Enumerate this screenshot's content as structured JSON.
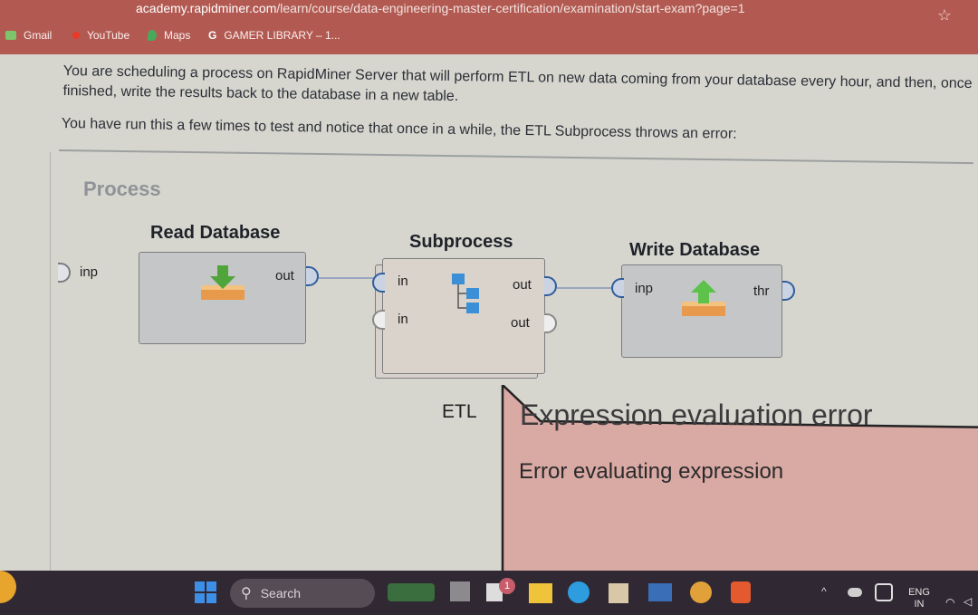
{
  "browser": {
    "url_host": "academy.rapidminer.com",
    "url_path": "/learn/course/data-engineering-master-certification/examination/start-exam?page=1",
    "bookmarks": [
      {
        "label": "Gmail",
        "icon": "gmail-icon",
        "color": "#7ec46b"
      },
      {
        "label": "YouTube",
        "icon": "youtube-icon",
        "color": "#e83a2a"
      },
      {
        "label": "Maps",
        "icon": "maps-icon",
        "color": "#4aa85a"
      },
      {
        "label": "GAMER LIBRARY – 1...",
        "icon": "g-icon",
        "color": "#ffffff"
      }
    ]
  },
  "question": {
    "paragraph1": "You are scheduling a process on RapidMiner Server that will perform ETL on new data coming from your database every hour, and then, once finished, write the results back to the database in a new table.",
    "paragraph2": "You have run this a few times to test and notice that once in a while, the ETL Subprocess throws an error:"
  },
  "process": {
    "title": "Process",
    "input_port": "inp",
    "operators": {
      "read": {
        "title": "Read Database",
        "out_port": "out"
      },
      "subprocess": {
        "title": "Subprocess",
        "in1": "in",
        "in2": "in",
        "out1": "out",
        "out2": "out",
        "annotation": "ETL"
      },
      "write": {
        "title": "Write Database",
        "in_port": "inp",
        "out_port": "thr"
      }
    }
  },
  "error": {
    "title": "Expression evaluation error",
    "message": "Error evaluating expression",
    "color": "#d9a9a3"
  },
  "taskbar": {
    "search_label": "Search",
    "language": "ENG",
    "region": "IN",
    "badge_count": "1",
    "start_color": "#3d8ee6"
  }
}
